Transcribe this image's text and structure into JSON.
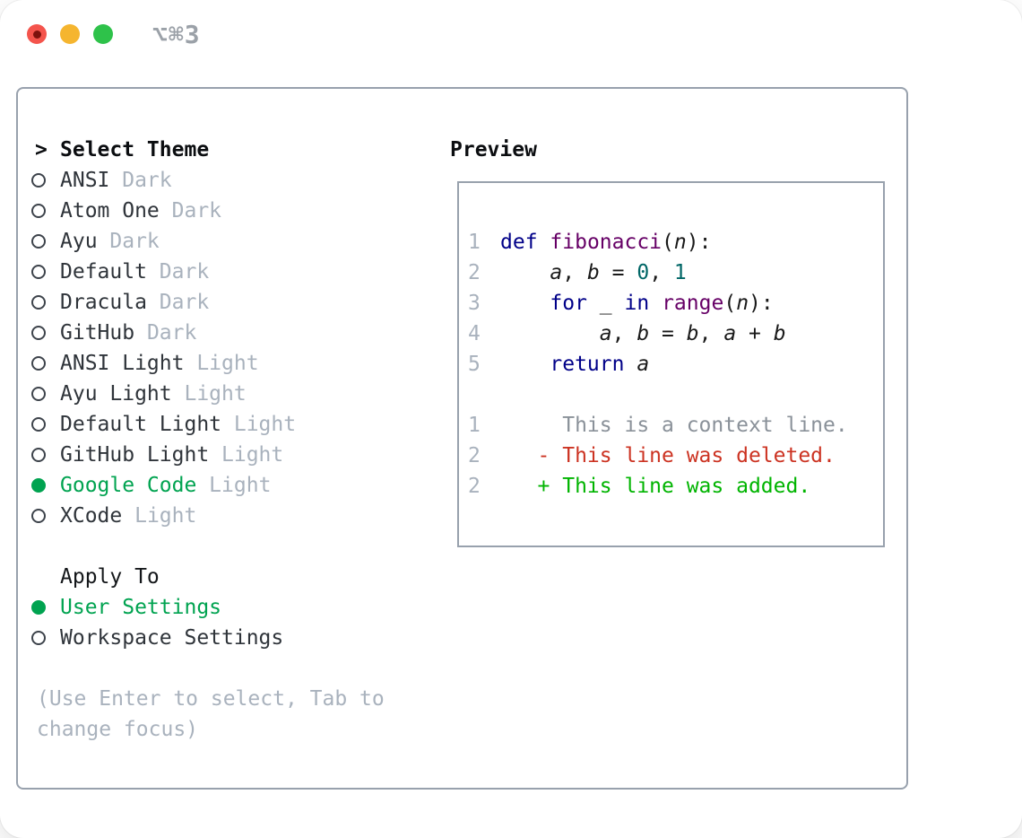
{
  "window": {
    "title": "⌥⌘3"
  },
  "theme_selector": {
    "header_prefix": ">",
    "header": "Select Theme",
    "items": [
      {
        "name": "ANSI",
        "variant": "Dark",
        "selected": false
      },
      {
        "name": "Atom One",
        "variant": "Dark",
        "selected": false
      },
      {
        "name": "Ayu",
        "variant": "Dark",
        "selected": false
      },
      {
        "name": "Default",
        "variant": "Dark",
        "selected": false
      },
      {
        "name": "Dracula",
        "variant": "Dark",
        "selected": false
      },
      {
        "name": "GitHub",
        "variant": "Dark",
        "selected": false
      },
      {
        "name": "ANSI Light",
        "variant": "Light",
        "selected": false
      },
      {
        "name": "Ayu Light",
        "variant": "Light",
        "selected": false
      },
      {
        "name": "Default Light",
        "variant": "Light",
        "selected": false
      },
      {
        "name": "GitHub Light",
        "variant": "Light",
        "selected": false
      },
      {
        "name": "Google Code",
        "variant": "Light",
        "selected": true
      },
      {
        "name": "XCode",
        "variant": "Light",
        "selected": false
      }
    ]
  },
  "apply_to": {
    "header": "Apply To",
    "options": [
      {
        "label": "User Settings",
        "selected": true
      },
      {
        "label": "Workspace Settings",
        "selected": false
      }
    ]
  },
  "help_text": {
    "full": "(Use Enter to select, Tab to change focus)",
    "lines": [
      "(Use Enter to select, Tab to",
      "change focus)"
    ]
  },
  "preview": {
    "header": "Preview",
    "code_lines": [
      {
        "num": "1",
        "tokens": [
          {
            "t": "kw",
            "v": "def"
          },
          {
            "t": "pln",
            "v": " "
          },
          {
            "t": "fn",
            "v": "fibonacci"
          },
          {
            "t": "pln",
            "v": "("
          },
          {
            "t": "id",
            "v": "n"
          },
          {
            "t": "pln",
            "v": "):"
          }
        ]
      },
      {
        "num": "2",
        "tokens": [
          {
            "t": "pln",
            "v": "    "
          },
          {
            "t": "id",
            "v": "a"
          },
          {
            "t": "pln",
            "v": ", "
          },
          {
            "t": "id",
            "v": "b"
          },
          {
            "t": "pln",
            "v": " = "
          },
          {
            "t": "lit",
            "v": "0"
          },
          {
            "t": "pln",
            "v": ", "
          },
          {
            "t": "lit",
            "v": "1"
          }
        ]
      },
      {
        "num": "3",
        "tokens": [
          {
            "t": "pln",
            "v": "    "
          },
          {
            "t": "kw",
            "v": "for"
          },
          {
            "t": "pln",
            "v": " "
          },
          {
            "t": "id",
            "v": "_"
          },
          {
            "t": "pln",
            "v": " "
          },
          {
            "t": "kw",
            "v": "in"
          },
          {
            "t": "pln",
            "v": " "
          },
          {
            "t": "fn",
            "v": "range"
          },
          {
            "t": "pln",
            "v": "("
          },
          {
            "t": "id",
            "v": "n"
          },
          {
            "t": "pln",
            "v": "):"
          }
        ]
      },
      {
        "num": "4",
        "tokens": [
          {
            "t": "pln",
            "v": "        "
          },
          {
            "t": "id",
            "v": "a"
          },
          {
            "t": "pln",
            "v": ", "
          },
          {
            "t": "id",
            "v": "b"
          },
          {
            "t": "pln",
            "v": " = "
          },
          {
            "t": "id",
            "v": "b"
          },
          {
            "t": "pln",
            "v": ", "
          },
          {
            "t": "id",
            "v": "a"
          },
          {
            "t": "pln",
            "v": " + "
          },
          {
            "t": "id",
            "v": "b"
          }
        ]
      },
      {
        "num": "5",
        "tokens": [
          {
            "t": "pln",
            "v": "    "
          },
          {
            "t": "kw",
            "v": "return"
          },
          {
            "t": "pln",
            "v": " "
          },
          {
            "t": "id",
            "v": "a"
          }
        ]
      }
    ],
    "diff_lines": [
      {
        "num": "1",
        "type": "ctx",
        "content": "     This is a context line."
      },
      {
        "num": "2",
        "type": "del",
        "content": "   - This line was deleted."
      },
      {
        "num": "2",
        "type": "add",
        "content": "   + This line was added."
      }
    ]
  },
  "colors": {
    "accent_green": "#00a350",
    "keyword": "#000088",
    "function": "#660066",
    "literal": "#006666",
    "plain": "#1a1a1a",
    "muted": "#a9b2bd",
    "text": "#2f343a",
    "heading": "#0b0d10",
    "diff_context": "#8a9199",
    "diff_deleted": "#cc3322",
    "diff_added": "#00b400",
    "border": "#98a1ad",
    "titlebar_title": "#9ba1a8",
    "traffic_red": "#f4544c",
    "traffic_red_dot": "#7d120d",
    "traffic_yellow": "#f5b52f",
    "traffic_green": "#2ec24a"
  }
}
